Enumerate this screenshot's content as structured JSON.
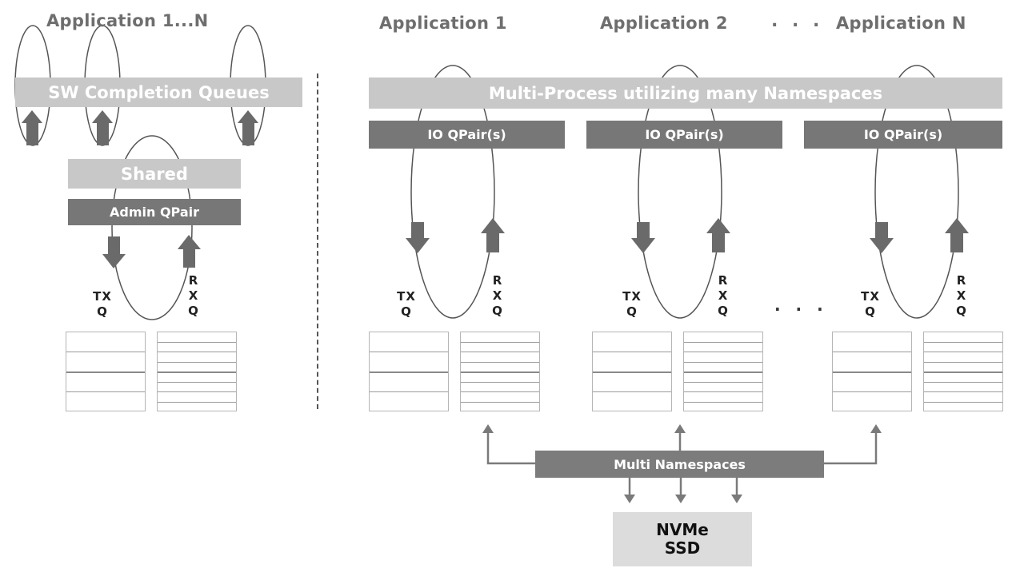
{
  "left_panel": {
    "header": "Application 1...N",
    "sw_completion_queues": "SW Completion Queues",
    "shared": "Shared",
    "admin_qpair": "Admin QPair",
    "tx_label": [
      "TX",
      "Q"
    ],
    "rx_label": [
      "R",
      "X",
      "Q"
    ]
  },
  "right_panel": {
    "app_headers": [
      "Application 1",
      "Application 2",
      "Application N"
    ],
    "header_ellipsis": ". . .",
    "multi_process_bar": "Multi-Process utilizing many Namespaces",
    "io_qpairs": [
      "IO QPair(s)",
      "IO QPair(s)",
      "IO QPair(s)"
    ],
    "tx_label": [
      "TX",
      "Q"
    ],
    "rx_label": [
      "R",
      "X",
      "Q"
    ],
    "between_groups_ellipsis": ". . .",
    "multi_namespaces": "Multi Namespaces",
    "nvme_ssd": [
      "NVMe",
      "SSD"
    ]
  },
  "colors": {
    "light_bar": "#c8c8c8",
    "dark_bar": "#777777",
    "arrow": "#6a6a6a",
    "ellipse_stroke": "#555555"
  }
}
